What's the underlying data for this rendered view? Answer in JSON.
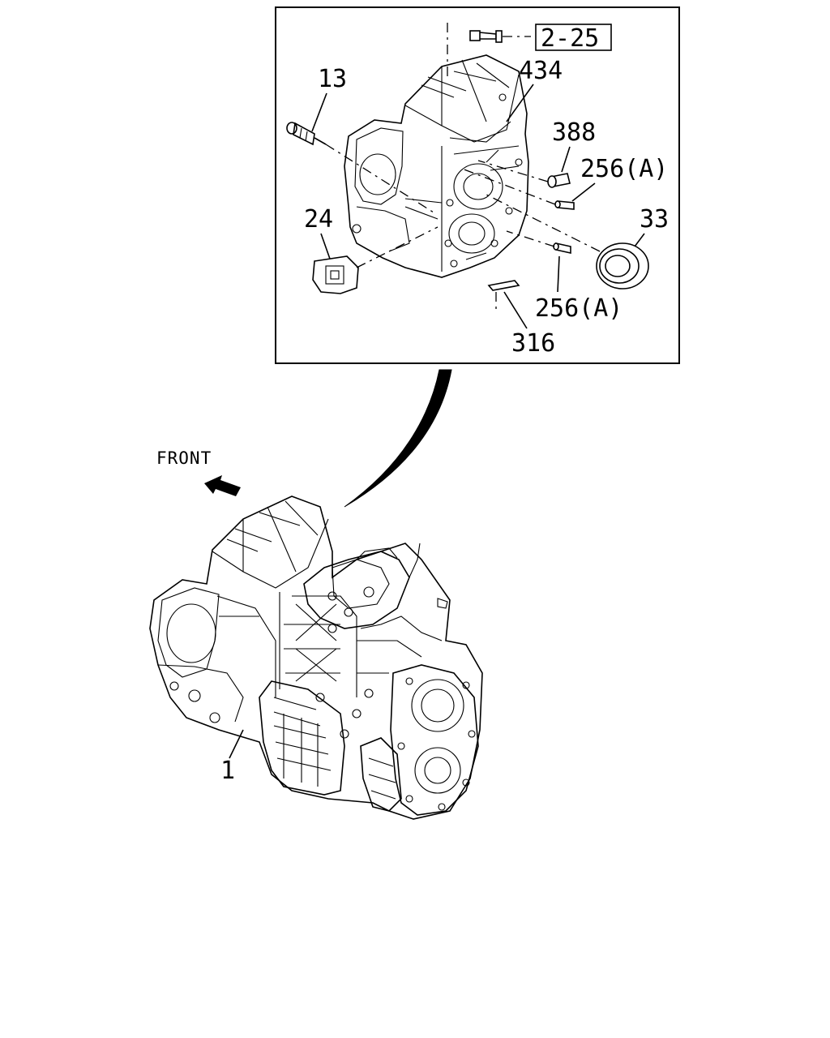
{
  "labels": {
    "ref_box": "2-25",
    "p434": "434",
    "p13": "13",
    "p388": "388",
    "p256a_top": "256(A)",
    "p24": "24",
    "p33": "33",
    "p256a_bottom": "256(A)",
    "p316": "316",
    "front": "FRONT",
    "p1": "1"
  },
  "colors": {
    "line": "#000000",
    "background": "#ffffff"
  },
  "icons": {
    "front_arrow": "arrow-up-left-icon"
  }
}
